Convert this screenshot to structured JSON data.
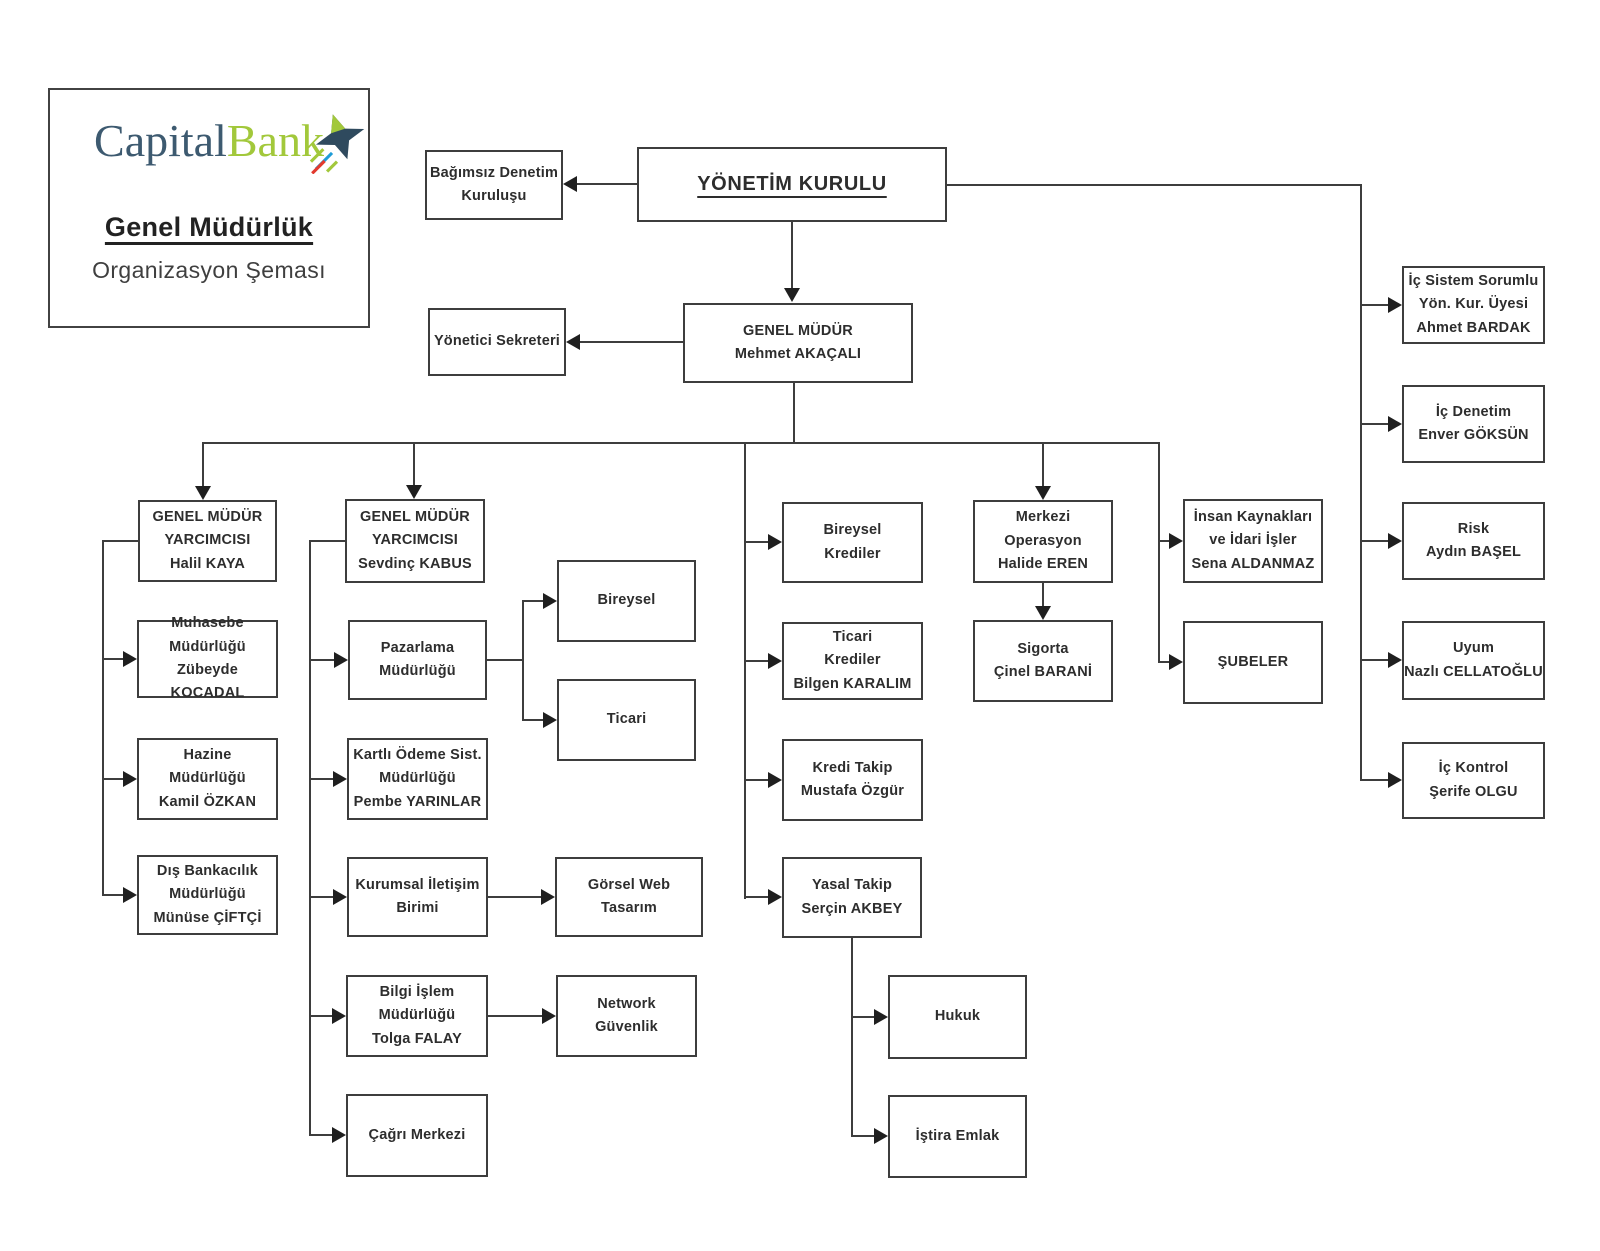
{
  "logo": {
    "brand_capital": "Capital",
    "brand_bank": "Bank",
    "title": "Genel Müdürlük",
    "subtitle": "Organizasyon Şeması",
    "colors": {
      "capital_text": "#3d5a70",
      "bank_text": "#a2c83b",
      "star_dark": "#2f4a5e",
      "trail_green": "#a2c83b",
      "trail_blue": "#1e9cd7",
      "trail_red": "#e23a2e"
    }
  },
  "chart": {
    "line_color": "#3d3d3d",
    "nodes": {
      "bagimsiz_denetim": {
        "lines": [
          "Bağımsız Denetim",
          "Kuruluşu"
        ]
      },
      "yonetim_kurulu": {
        "lines": [
          "YÖNETİM KURULU"
        ]
      },
      "yonetici_sekreteri": {
        "lines": [
          "Yönetici Sekreteri"
        ]
      },
      "genel_mudur": {
        "lines": [
          "GENEL MÜDÜR",
          "Mehmet AKAÇALI"
        ]
      },
      "gm_yardimcisi_1": {
        "lines": [
          "GENEL MÜDÜR",
          "YARCIMCISI",
          "Halil KAYA"
        ]
      },
      "muhasebe": {
        "lines": [
          "Muhasebe",
          "Müdürlüğü",
          "Zübeyde KOCADAL"
        ]
      },
      "hazine": {
        "lines": [
          "Hazine",
          "Müdürlüğü",
          "Kamil ÖZKAN"
        ]
      },
      "dis_bankacilik": {
        "lines": [
          "Dış Bankacılık",
          "Müdürlüğü",
          "Münüse ÇİFTÇİ"
        ]
      },
      "gm_yardimcisi_2": {
        "lines": [
          "GENEL MÜDÜR",
          "YARCIMCISI",
          "Sevdinç KABUS"
        ]
      },
      "pazarlama": {
        "lines": [
          "Pazarlama",
          "Müdürlüğü"
        ]
      },
      "bireysel": {
        "lines": [
          "Bireysel"
        ]
      },
      "ticari": {
        "lines": [
          "Ticari"
        ]
      },
      "kartli_odeme": {
        "lines": [
          "Kartlı Ödeme Sist.",
          "Müdürlüğü",
          "Pembe YARINLAR"
        ]
      },
      "kurumsal_iletisim": {
        "lines": [
          "Kurumsal İletişim",
          "Birimi"
        ]
      },
      "gorsel_web": {
        "lines": [
          "Görsel Web",
          "Tasarım"
        ]
      },
      "bilgi_islem": {
        "lines": [
          "Bilgi İşlem",
          "Müdürlüğü",
          "Tolga FALAY"
        ]
      },
      "network_guvenlik": {
        "lines": [
          "Network",
          "Güvenlik"
        ]
      },
      "cagri_merkezi": {
        "lines": [
          "Çağrı Merkezi"
        ]
      },
      "bireysel_krediler": {
        "lines": [
          "Bireysel",
          "Krediler"
        ]
      },
      "ticari_krediler": {
        "lines": [
          "Ticari",
          "Krediler",
          "Bilgen KARALIM"
        ]
      },
      "kredi_takip": {
        "lines": [
          "Kredi Takip",
          "Mustafa Özgür"
        ]
      },
      "yasal_takip": {
        "lines": [
          "Yasal Takip",
          "Serçin AKBEY"
        ]
      },
      "hukuk": {
        "lines": [
          "Hukuk"
        ]
      },
      "istira_emlak": {
        "lines": [
          "İştira Emlak"
        ]
      },
      "merkezi_operasyon": {
        "lines": [
          "Merkezi",
          "Operasyon",
          "Halide EREN"
        ]
      },
      "sigorta": {
        "lines": [
          "Sigorta",
          "Çinel BARANİ"
        ]
      },
      "insan_kaynaklari": {
        "lines": [
          "İnsan Kaynakları",
          "ve İdari İşler",
          "Sena ALDANMAZ"
        ]
      },
      "subeler": {
        "lines": [
          "ŞUBELER"
        ]
      },
      "ic_sistem": {
        "lines": [
          "İç Sistem Sorumlu",
          "Yön. Kur. Üyesi",
          "Ahmet BARDAK"
        ]
      },
      "ic_denetim": {
        "lines": [
          "İç Denetim",
          "Enver GÖKSÜN"
        ]
      },
      "risk": {
        "lines": [
          "Risk",
          "Aydın BAŞEL"
        ]
      },
      "uyum": {
        "lines": [
          "Uyum",
          "Nazlı CELLATOĞLU"
        ]
      },
      "ic_kontrol": {
        "lines": [
          "İç Kontrol",
          "Şerife OLGU"
        ]
      }
    }
  }
}
